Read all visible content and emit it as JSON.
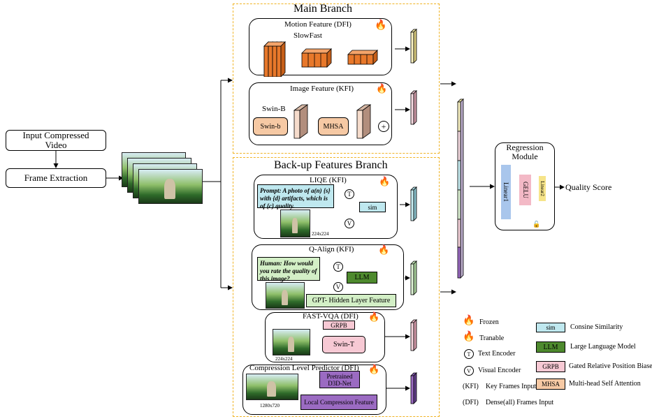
{
  "input": {
    "label": "Input Compressed Video",
    "frame_extraction": "Frame Extraction"
  },
  "main_branch": {
    "title": "Main Branch",
    "motion": {
      "title": "Motion Feature (DFI)",
      "model": "SlowFast"
    },
    "image": {
      "title": "Image Feature (KFI)",
      "model": "Swin-B",
      "swin_b": "Swin-b",
      "mhsa": "MHSA",
      "plus": "+"
    }
  },
  "backup_branch": {
    "title": "Back-up Features Branch",
    "liqe": {
      "title": "LIQE (KFI)",
      "prompt": "Prompt:  A photo of a(n) {s} with {d} artifacts, which is of {c} quality.",
      "t": "T",
      "v": "V",
      "sim": "sim",
      "size": "224x224"
    },
    "qalign": {
      "title": "Q-Align (KFI)",
      "prompt": "Human:  How would you rate the quality of this image?",
      "t": "T",
      "v": "V",
      "llm": "LLM",
      "feature": "GPT- Hidden Layer Feature"
    },
    "fastvqa": {
      "title": "FAST-VQA (DFI)",
      "grpb": "GRPB",
      "swin_t": "Swin-T",
      "size": "224x224"
    },
    "clp": {
      "title": "Compression Level Predictor (DFI)",
      "net": "Pretrained D3D-Net",
      "feature": "Local Compression Feature",
      "size": "1280x720"
    }
  },
  "regression": {
    "title": "Regression Module",
    "linear1": "Linear1",
    "gelu": "GELU",
    "linear2": "Linear2",
    "output": "Quality Score"
  },
  "legend": {
    "frozen": "Frozen",
    "tranable": "Tranable",
    "text_encoder_sym": "T",
    "text_encoder": "Text Encoder",
    "visual_encoder_sym": "V",
    "visual_encoder": "Visual Encoder",
    "kfi_sym": "(KFI)",
    "kfi": "Key Frames Input",
    "dfi_sym": "(DFI)",
    "dfi": "Dense(all) Frames Input",
    "sim_sym": "sim",
    "sim": "Consine Similarity",
    "llm_sym": "LLM",
    "llm": "Large Language Model",
    "grpb_sym": "GRPB",
    "grpb": "Gated Relative Position Biases",
    "mhsa_sym": "MHSA",
    "mhsa": "Multi-head Self Attention"
  },
  "colors": {
    "dash": "#f0b323",
    "orange": "#e8782a",
    "peach": "#f6c9a4",
    "cyan": "#bfe8ef",
    "green": "#d3efc6",
    "llm_green": "#4e8a2e",
    "pink": "#f7c9d4",
    "purple": "#9b6bc2",
    "linear_blue": "#a9c6ec",
    "gelu_pink": "#f3b9c6",
    "linear_yellow": "#f6e48a"
  }
}
